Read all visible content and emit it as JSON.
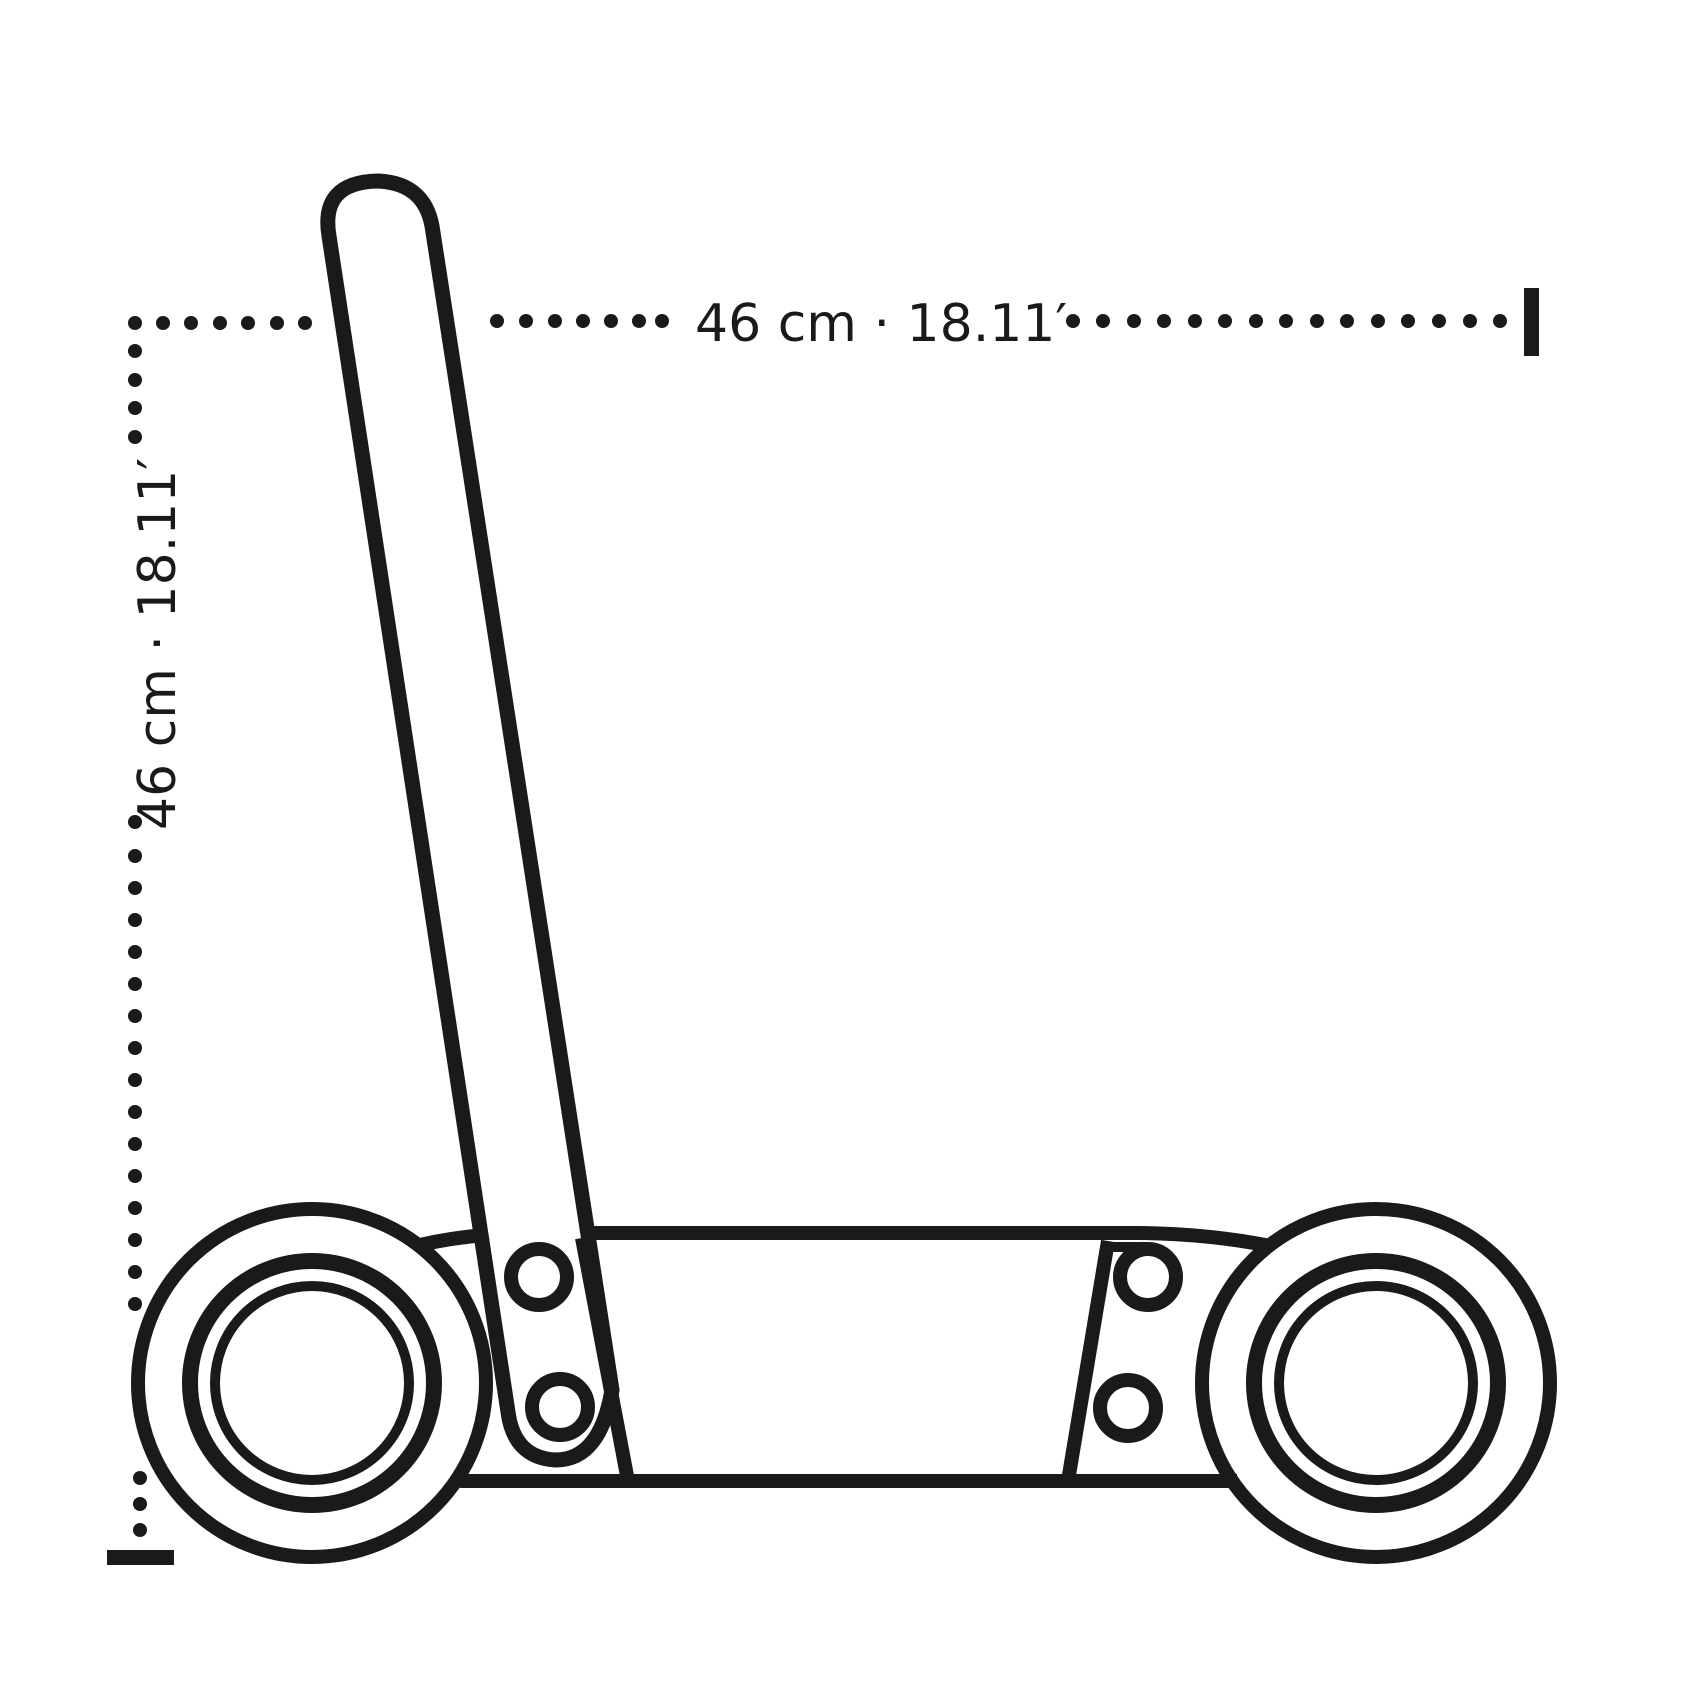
{
  "diagram": {
    "subject": "baby walker / push toy side view",
    "colors": {
      "ink": "#1a1a1a",
      "background": "#ffffff"
    },
    "dimensions": {
      "width": {
        "metric": "46 cm",
        "imperial": "18.11′",
        "separator": "·",
        "label": "46 cm · 18.11′"
      },
      "height": {
        "metric": "46 cm",
        "imperial": "18.11′",
        "separator": "·",
        "label": "46 cm · 18.11′"
      }
    },
    "parts": [
      {
        "name": "handle",
        "description": "angled push handle with rounded top"
      },
      {
        "name": "left-wheel",
        "description": "rear wheel with hub rings"
      },
      {
        "name": "right-wheel",
        "description": "front wheel with hub rings"
      },
      {
        "name": "chassis",
        "description": "base frame between wheels"
      },
      {
        "name": "bolts",
        "count": 4
      }
    ]
  }
}
